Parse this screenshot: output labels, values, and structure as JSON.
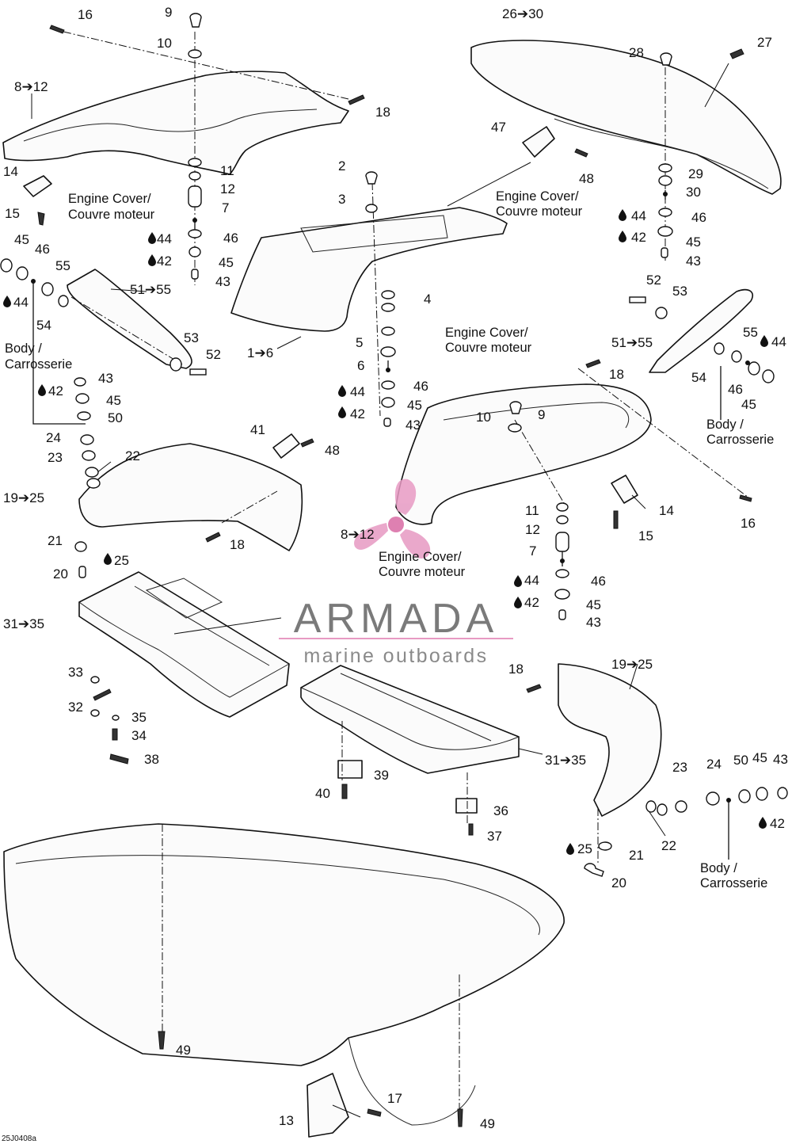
{
  "callouts": {
    "c9": "9",
    "c10a": "10",
    "c16a": "16",
    "c8_12a": "8➔12",
    "c18a": "18",
    "c11a": "11",
    "c12a": "12",
    "c7a": "7",
    "c46a": "46",
    "c44a": "44",
    "c45a": "45",
    "c42a": "42",
    "c43a": "43",
    "c14a": "14",
    "c15a": "15",
    "c45b": "45",
    "c46b": "46",
    "c55a": "55",
    "c44b": "44",
    "c54a": "54",
    "c51_55a": "51➔55",
    "c53a": "53",
    "c52a": "52",
    "c43b": "43",
    "c42b": "42",
    "c45c": "45",
    "c50a": "50",
    "c24a": "24",
    "c23a": "23",
    "c22a": "22",
    "c19_25a": "19➔25",
    "c41": "41",
    "c48a": "48",
    "c18b": "18",
    "c21a": "21",
    "c20a": "20",
    "c25a": "25",
    "c2": "2",
    "c3": "3",
    "c1_6": "1➔6",
    "c4": "4",
    "c5": "5",
    "c6": "6",
    "c46c": "46",
    "c44c": "44",
    "c45d": "45",
    "c42c": "42",
    "c43c": "43",
    "c26_30": "26➔30",
    "c27": "27",
    "c28": "28",
    "c47": "47",
    "c48b": "48",
    "c29": "29",
    "c30": "30",
    "c44d": "44",
    "c46d": "46",
    "c42d": "42",
    "c45e": "45",
    "c43d": "43",
    "c52b": "52",
    "c53b": "53",
    "c51_55b": "51➔55",
    "c55b": "55",
    "c44e": "44",
    "c54b": "54",
    "c46e": "46",
    "c45f": "45",
    "c18c": "18",
    "c10b": "10",
    "c9b": "9",
    "c14b": "14",
    "c15b": "15",
    "c16b": "16",
    "c11b": "11",
    "c12b": "12",
    "c7b": "7",
    "c44f": "44",
    "c46f": "46",
    "c42e": "42",
    "c45g": "45",
    "c43e": "43",
    "c8_12b": "8➔12",
    "c31_35a": "31➔35",
    "c33": "33",
    "c32": "32",
    "c35": "35",
    "c34": "34",
    "c38": "38",
    "c18d": "18",
    "c19_25b": "19➔25",
    "c31_35b": "31➔35",
    "c39": "39",
    "c40": "40",
    "c36": "36",
    "c37": "37",
    "c23b": "23",
    "c24b": "24",
    "c50b": "50",
    "c45h": "45",
    "c43f": "43",
    "c42f": "42",
    "c22b": "22",
    "c25b": "25",
    "c21b": "21",
    "c20b": "20",
    "c49a": "49",
    "c17": "17",
    "c13": "13",
    "c49b": "49"
  },
  "text_labels": {
    "engine_cover_1": "Engine Cover/",
    "couvre_moteur_1": "Couvre moteur",
    "engine_cover_2": "Engine Cover/",
    "couvre_moteur_2": "Couvre moteur",
    "engine_cover_3": "Engine Cover/",
    "couvre_moteur_3": "Couvre moteur",
    "engine_cover_4": "Engine Cover/",
    "couvre_moteur_4": "Couvre moteur",
    "body_1": "Body /",
    "carrosserie_1": "Carrosserie",
    "body_2": "Body /",
    "carrosserie_2": "Carrosserie",
    "body_3": "Body /",
    "carrosserie_3": "Carrosserie"
  },
  "watermark": {
    "title": "ARMADA",
    "subtitle": "marine outboards"
  },
  "figure_ref": "25J0408a",
  "colors": {
    "line": "#111111",
    "watermark_logo": "#e79ac3",
    "watermark_text": "#7a7a7a"
  }
}
